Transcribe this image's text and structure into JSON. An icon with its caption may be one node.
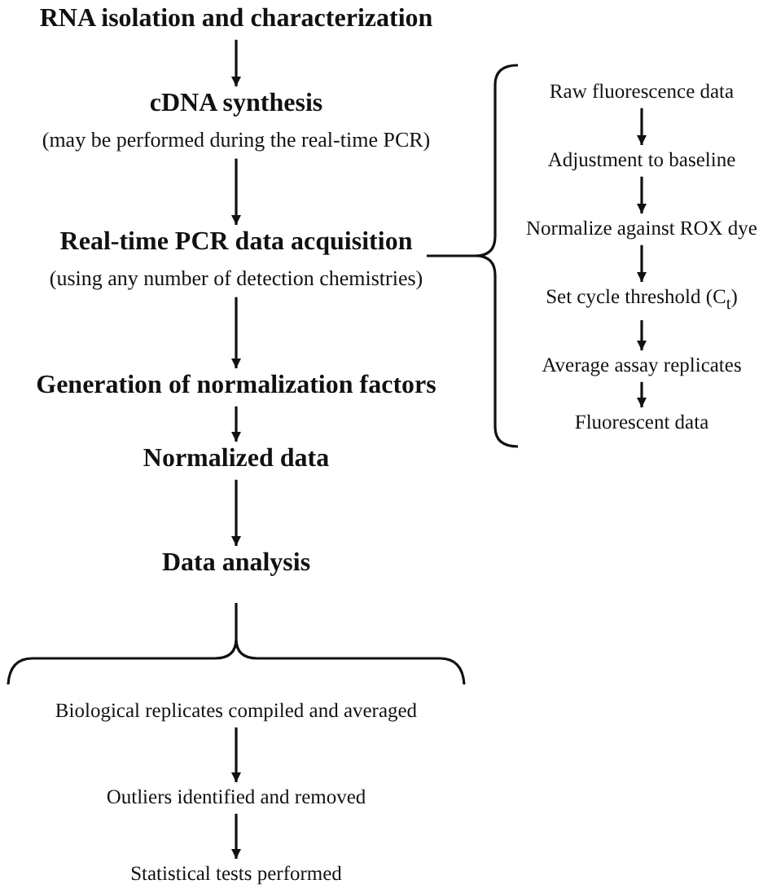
{
  "diagram": {
    "nodes": [
      {
        "text": [
          "RNA isolation and characterization"
        ]
      },
      {
        "text": [
          "cDNA synthesis",
          "(may be performed during the real-time PCR)"
        ]
      },
      {
        "text": [
          "Real-time PCR data acquisition",
          "(using any number of detection chemistries)"
        ]
      },
      {
        "text": [
          "Generation of normalization  factors"
        ]
      },
      {
        "text": [
          "Normalized data"
        ]
      },
      {
        "text": [
          "Data analysis"
        ]
      },
      {
        "text": [
          "Raw fluorescence data"
        ]
      },
      {
        "text": [
          "Adjustment to baseline"
        ]
      },
      {
        "text": [
          "Normalize against ROX dye"
        ]
      },
      {
        "text": [
          "Set cycle threshold (C$_{t}$)"
        ]
      },
      {
        "text": [
          "Average assay replicates"
        ]
      },
      {
        "text": [
          "Fluorescent data"
        ]
      },
      {
        "text": [
          "Biological replicates compiled and averaged"
        ]
      },
      {
        "text": [
          "Outliers identified and removed"
        ]
      },
      {
        "text": [
          "Statistical tests performed"
        ]
      }
    ],
    "edges": [
      {
        "from": 0,
        "to": 1,
        "arrow": "to"
      },
      {
        "from": 1,
        "to": 2,
        "arrow": "to"
      },
      {
        "from": 2,
        "to": 3,
        "arrow": "to"
      },
      {
        "from": 3,
        "to": 4,
        "arrow": "to"
      },
      {
        "from": 4,
        "to": 5,
        "arrow": "to"
      },
      {
        "from": 6,
        "to": 7,
        "arrow": "to"
      },
      {
        "from": 7,
        "to": 8,
        "arrow": "to"
      },
      {
        "from": 8,
        "to": 9,
        "arrow": "to"
      },
      {
        "from": 9,
        "to": 10,
        "arrow": "to"
      },
      {
        "from": 10,
        "to": 11,
        "arrow": "to"
      },
      {
        "from": 12,
        "to": 13,
        "arrow": "to"
      },
      {
        "from": 13,
        "to": 14,
        "arrow": "to"
      }
    ]
  }
}
